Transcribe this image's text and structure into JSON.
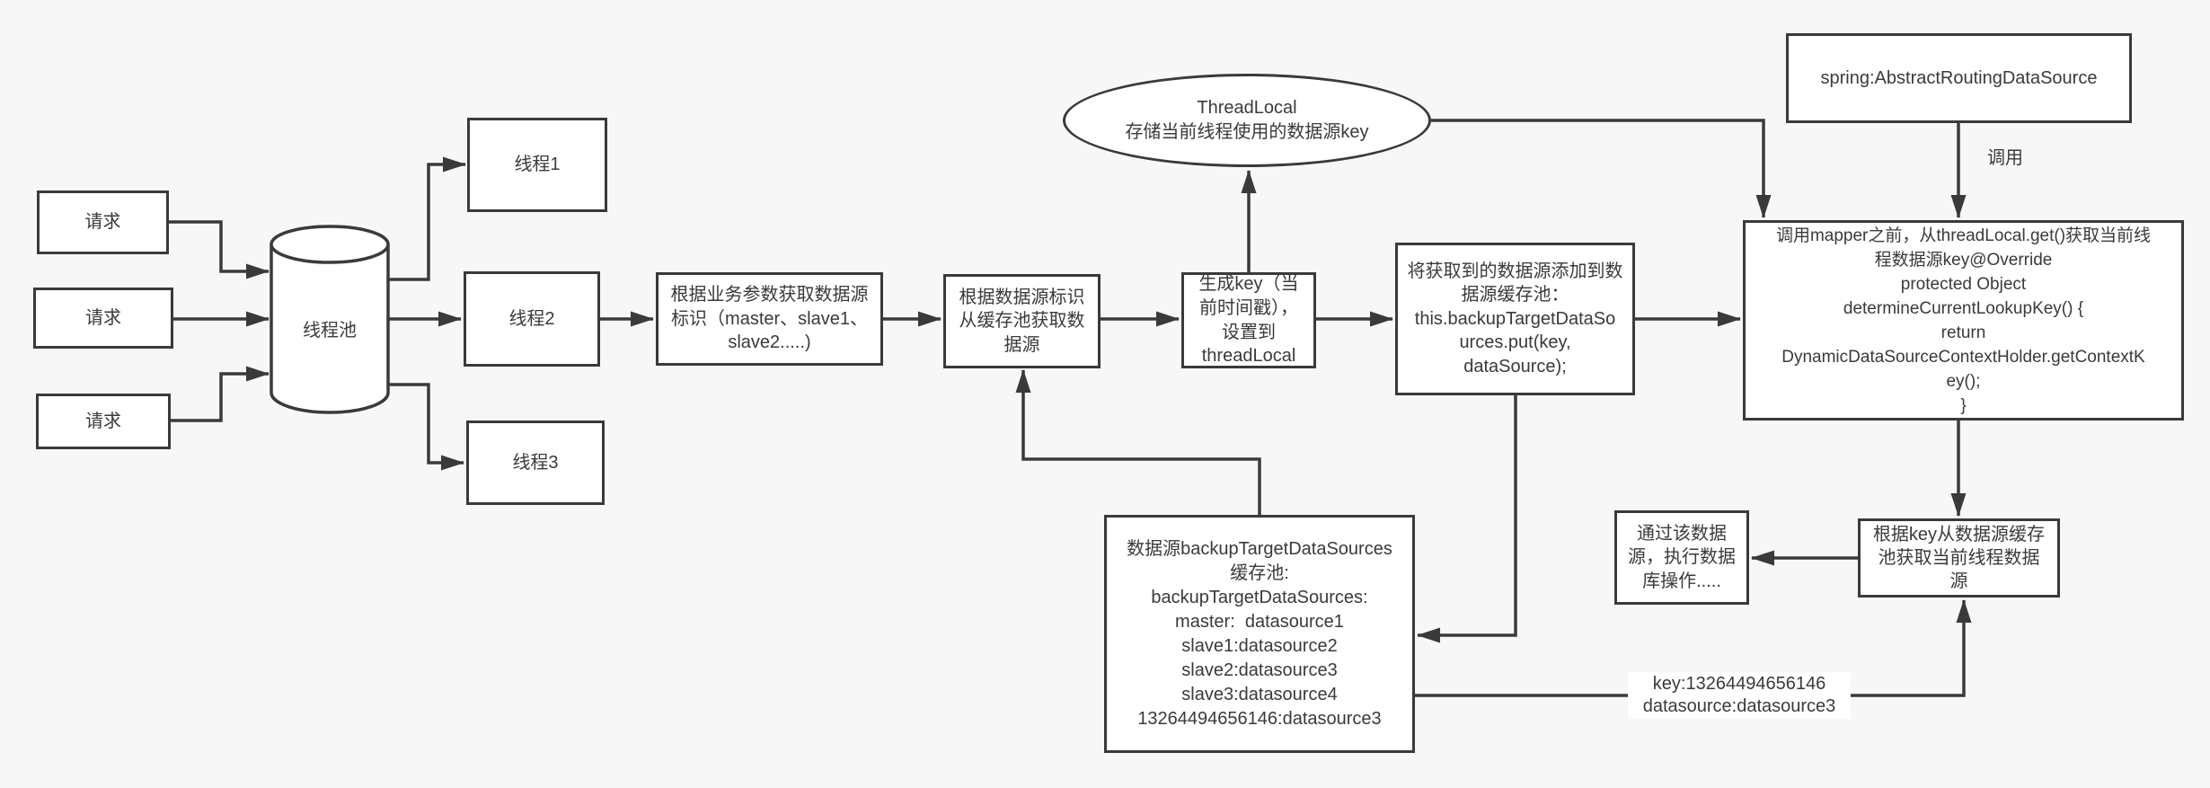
{
  "canvas": {
    "background": "#f7f7f7",
    "node_fill": "#ffffff",
    "stroke_color": "#3a3a3a",
    "text_color": "#3a3a3a"
  },
  "nodes": {
    "request_1": "请求",
    "request_2": "请求",
    "request_3": "请求",
    "thread_pool": "线程池",
    "thread_1": "线程1",
    "thread_2": "线程2",
    "thread_3": "线程3",
    "get_ds_flag": "根据业务参数获取数据源\n标识（master、slave1、\nslave2.....)",
    "get_ds_from_cache": "根据数据源标识\n从缓存池获取数\n据源",
    "generate_key": "生成key（当\n前时间戳），\n设置到\nthreadLocal",
    "add_to_cache": "将获取到的数据源添加到数\n据源缓存池：\nthis.backupTargetDataSo\nurces.put(key,\ndataSource);",
    "threadlocal": "ThreadLocal\n存储当前线程使用的数据源key",
    "spring_class": "spring:AbstractRoutingDataSource",
    "determine_lookup_key": "调用mapper之前，从threadLocal.get()获取当前线\n程数据源key@Override\nprotected Object\ndetermineCurrentLookupKey() {\nreturn\nDynamicDataSourceContextHolder.getContextK\ney();\n}",
    "backup_pool": "数据源backupTargetDataSources\n缓存池:\nbackupTargetDataSources:\nmaster:  datasource1\nslave1:datasource2\nslave2:datasource3\nslave3:datasource4\n13264494656146:datasource3",
    "get_ds_by_key": "根据key从数据源缓存\n池获取当前线程数据\n源",
    "execute_db": "通过该数据\n源，执行数据\n库操作....."
  },
  "edge_labels": {
    "invoke": "调用",
    "key_value": "key:13264494656146\ndatasource:datasource3"
  }
}
